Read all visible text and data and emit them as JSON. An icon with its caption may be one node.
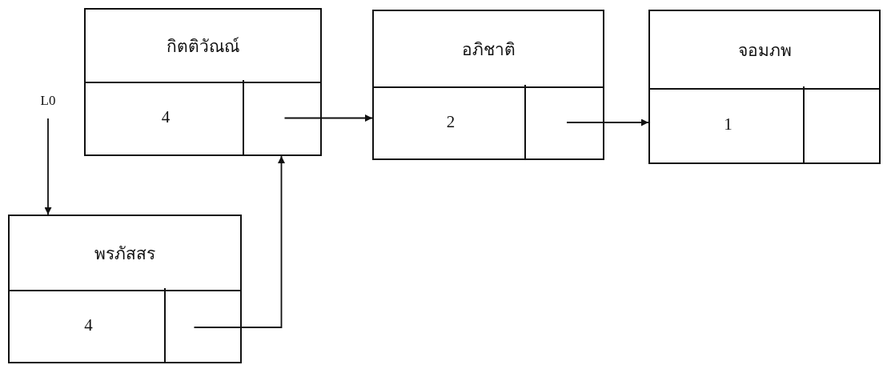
{
  "diagram": {
    "nodes": [
      {
        "text": [
          "L0"
        ]
      },
      {
        "text": [
          "กิตติวัณณ์",
          "4"
        ]
      },
      {
        "text": [],
        "shape": "box",
        "in": 1
      },
      {
        "text": [
          "อภิชาติ",
          "2"
        ]
      },
      {
        "text": [],
        "shape": "box",
        "in": 3
      },
      {
        "text": [
          "จอมภพ",
          "1"
        ]
      },
      {
        "text": [],
        "shape": "box",
        "in": 5
      },
      {
        "text": [
          "พรภัสสร",
          "4"
        ]
      },
      {
        "text": [],
        "shape": "box",
        "in": 7
      }
    ],
    "edges": [
      {
        "from": 0,
        "to": 7,
        "arrow": "to"
      },
      {
        "from": 8,
        "to": 2,
        "arrow": "to"
      },
      {
        "from": 2,
        "to": 3,
        "arrow": "to"
      },
      {
        "from": 4,
        "to": 5,
        "arrow": "to"
      }
    ]
  }
}
